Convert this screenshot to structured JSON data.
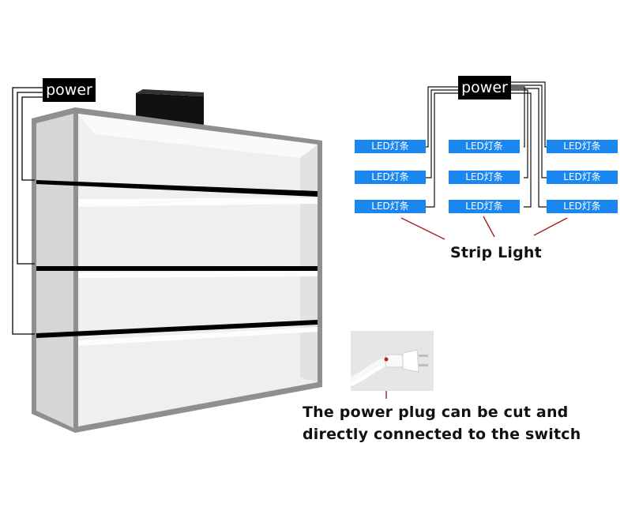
{
  "cabinet": {
    "power_label": "power",
    "colors": {
      "frame": "#8f8f8f",
      "panel": "#efefef",
      "strip": "#000000"
    }
  },
  "wiring_diagram": {
    "power_label": "power",
    "led_label": "LED灯条",
    "led_columns": [
      [
        "LED灯条",
        "LED灯条",
        "LED灯条"
      ],
      [
        "LED灯条",
        "LED灯条",
        "LED灯条"
      ],
      [
        "LED灯条",
        "LED灯条",
        "LED灯条"
      ]
    ],
    "strip_light_label": "Strip Light",
    "colors": {
      "led": "#1a87f0",
      "pointer": "#a81f1f"
    }
  },
  "plug_note": {
    "line1": "The power plug can be cut and",
    "line2": "directly connected to the switch"
  }
}
